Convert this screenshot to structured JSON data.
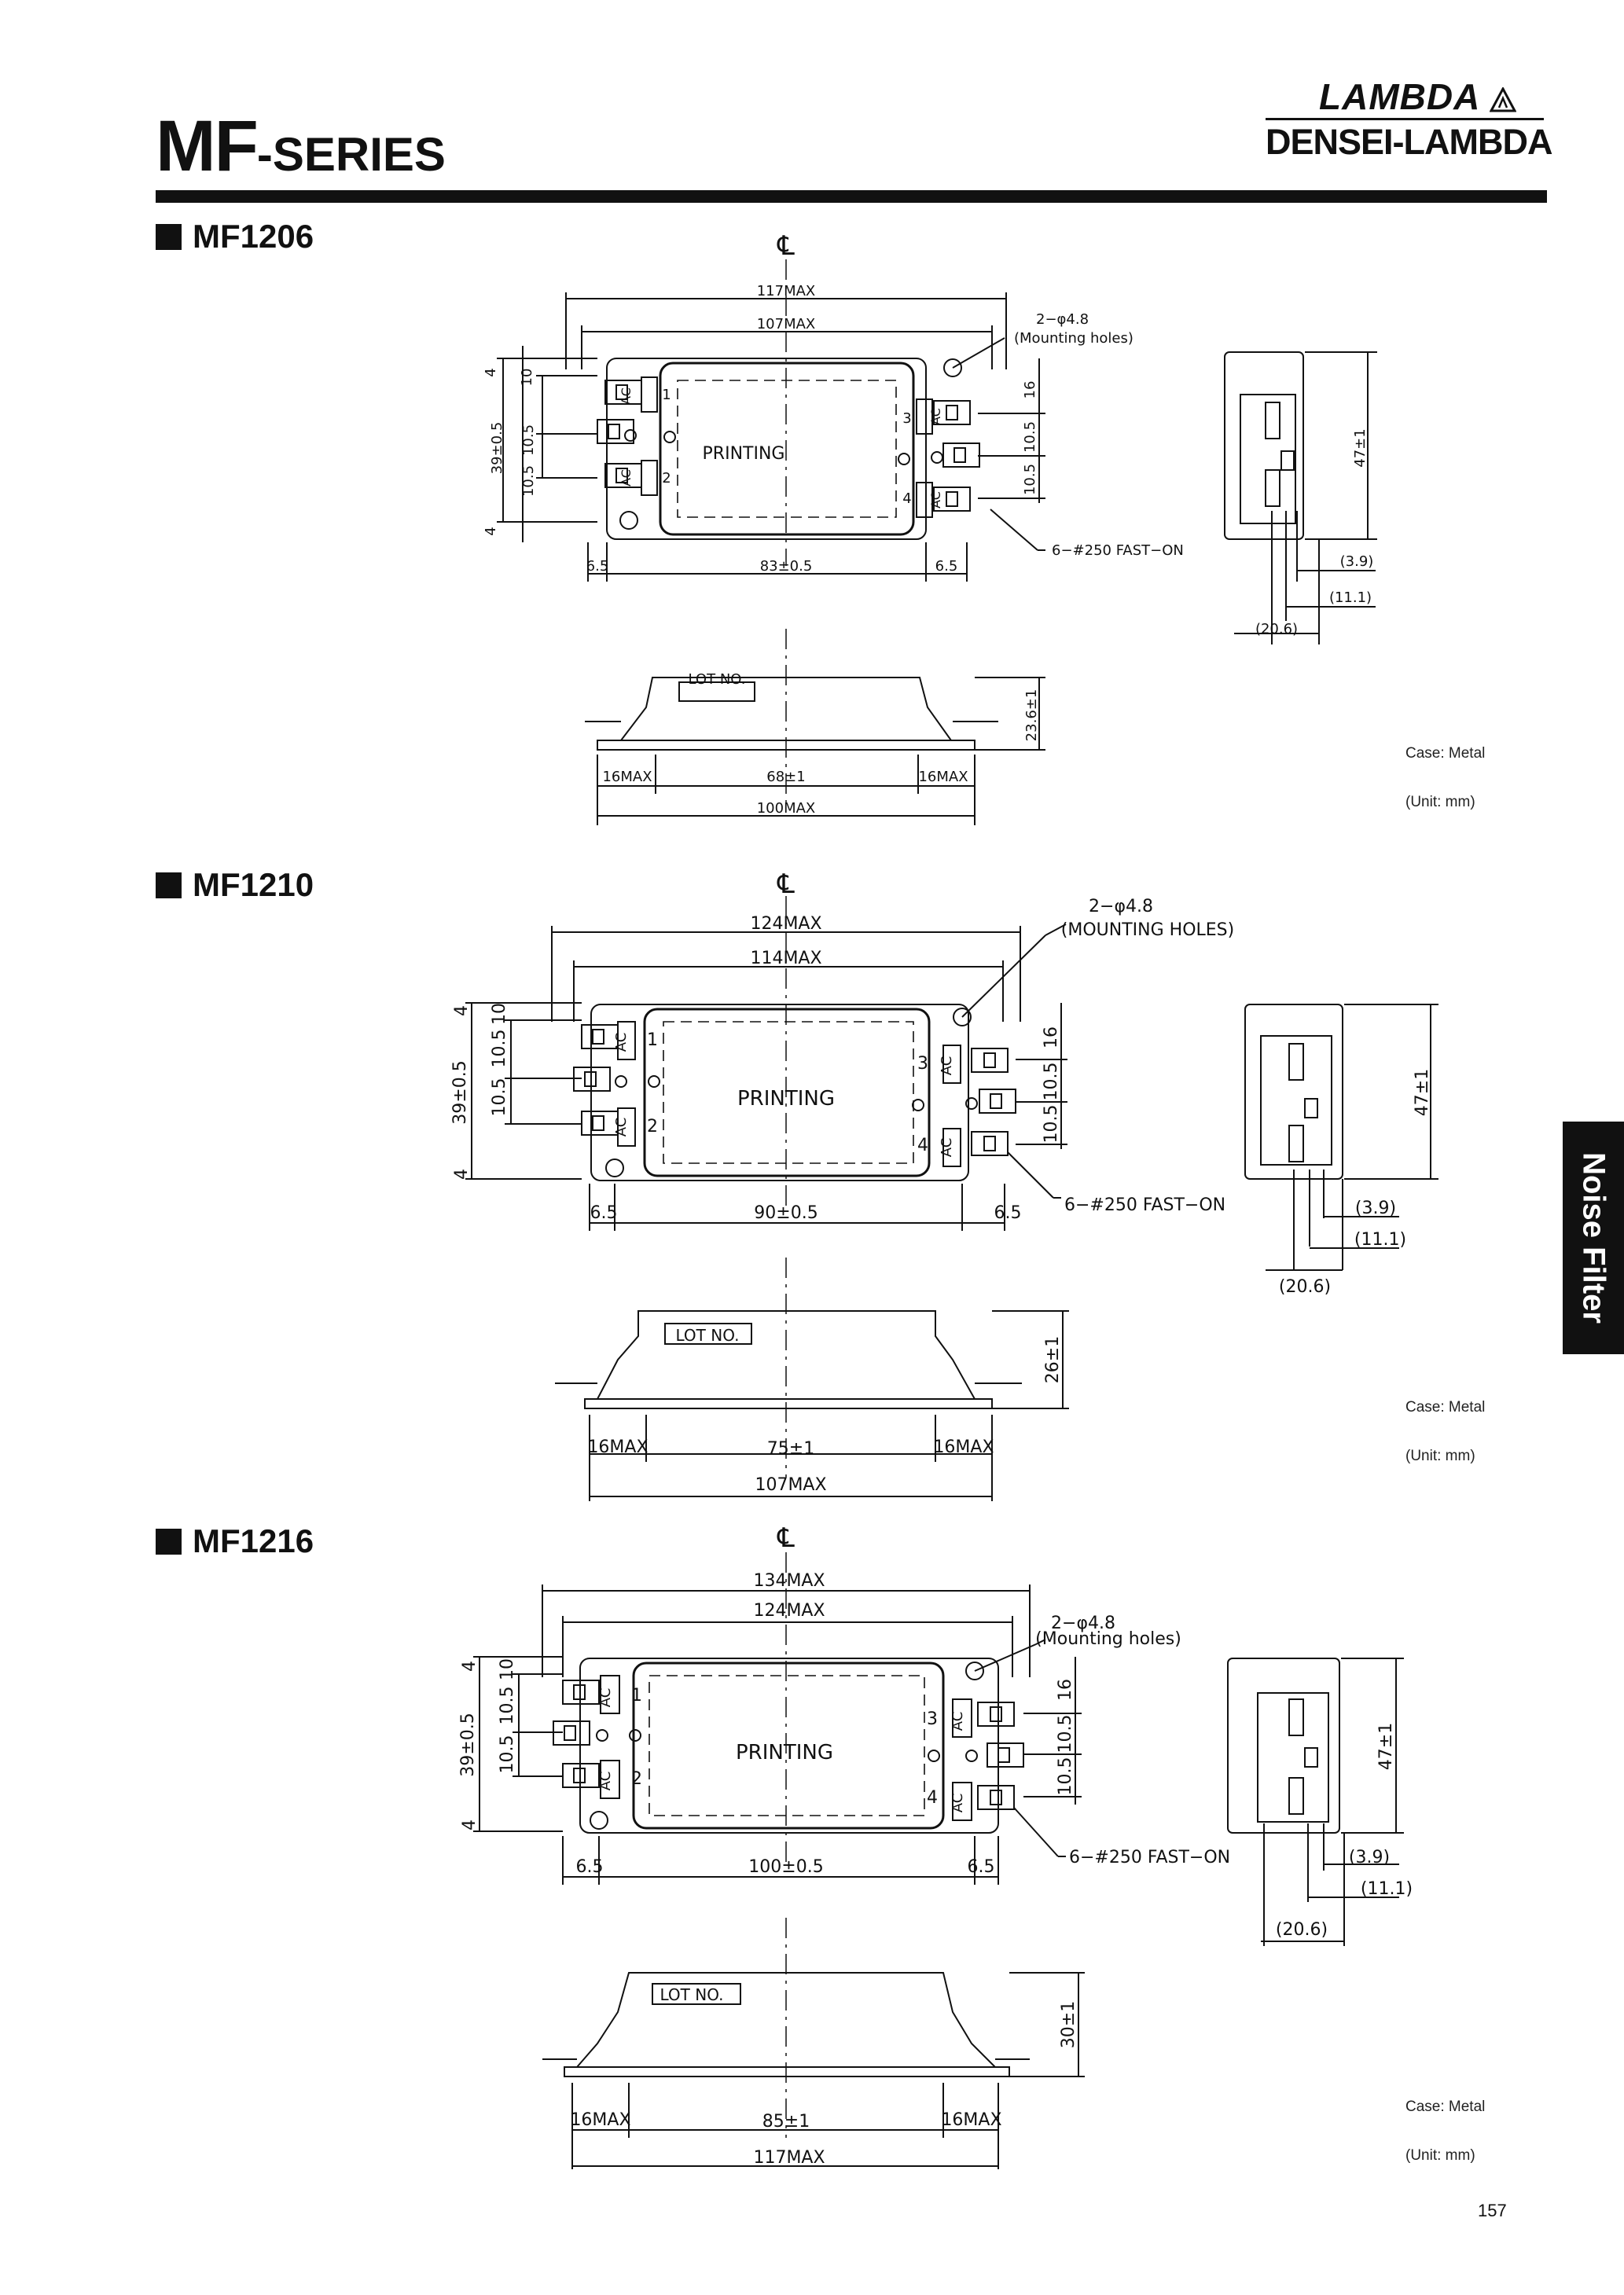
{
  "header": {
    "series_main": "MF",
    "series_sub": "-SERIES",
    "brand_top": "LAMBDA",
    "brand_bottom": "DENSEI-LAMBDA"
  },
  "side_tab": "Noise Filter",
  "page_number": "157",
  "common": {
    "centerline": "℄",
    "case_note": "Case: Metal",
    "unit_note": "(Unit: mm)",
    "printing": "PRINTING",
    "lot_no": "LOT NO.",
    "ac": "AC",
    "terminal_1": "1",
    "terminal_2": "2",
    "terminal_3": "3",
    "terminal_4": "4",
    "dim_4": "4",
    "dim_10": "10",
    "dim_10_5": "10.5",
    "dim_39": "39±0.5",
    "dim_16": "16",
    "dim_6_5": "6.5",
    "side_47": "47±1",
    "side_3_9": "(3.9)",
    "side_11_1": "(11.1)",
    "side_20_6": "(20.6)",
    "fast_on": "6−#250  FAST−ON",
    "mount_hole": "2−φ4.8"
  },
  "models": [
    {
      "name": "MF1206",
      "mount_note": "(Mounting holes)",
      "overall_max": "117MAX",
      "hole_pitch": "107MAX",
      "body_width": "83±0.5",
      "height": "23.6±1",
      "body_bottom": "68±1",
      "terminal_max": "16MAX",
      "total_max": "100MAX"
    },
    {
      "name": "MF1210",
      "mount_note": "(MOUNTING HOLES)",
      "overall_max": "124MAX",
      "hole_pitch": "114MAX",
      "body_width": "90±0.5",
      "height": "26±1",
      "body_bottom": "75±1",
      "terminal_max": "16MAX",
      "total_max": "107MAX"
    },
    {
      "name": "MF1216",
      "mount_note": "(Mounting holes)",
      "overall_max": "134MAX",
      "hole_pitch": "124MAX",
      "body_width": "100±0.5",
      "height": "30±1",
      "body_bottom": "85±1",
      "terminal_max": "16MAX",
      "total_max": "117MAX"
    }
  ]
}
